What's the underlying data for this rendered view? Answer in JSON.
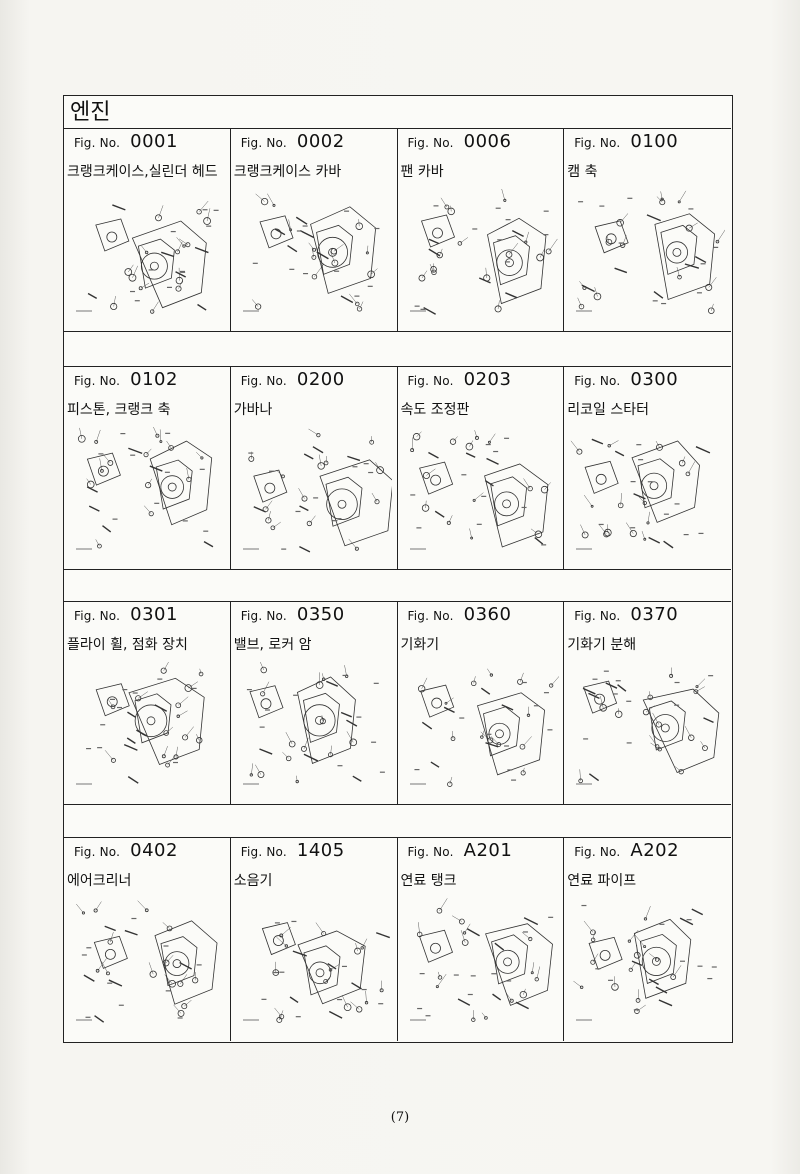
{
  "section_title": "엔진",
  "fig_label": "Fig. No.",
  "rows": [
    [
      {
        "num": "0001",
        "name": "크랭크케이스,실린더 헤드",
        "icon": "crankcase-diagram-icon"
      },
      {
        "num": "0002",
        "name": "크랭크케이스 카바",
        "icon": "crankcase-cover-diagram-icon"
      },
      {
        "num": "0006",
        "name": "팬 카바",
        "icon": "fan-cover-diagram-icon"
      },
      {
        "num": "0100",
        "name": "캠 축",
        "icon": "camshaft-diagram-icon"
      }
    ],
    [
      {
        "num": "0102",
        "name": "피스톤, 크랭크 축",
        "icon": "piston-diagram-icon"
      },
      {
        "num": "0200",
        "name": "가바나",
        "icon": "governor-diagram-icon"
      },
      {
        "num": "0203",
        "name": "속도 조정판",
        "icon": "speed-plate-diagram-icon"
      },
      {
        "num": "0300",
        "name": "리코일 스타터",
        "icon": "recoil-starter-diagram-icon"
      }
    ],
    [
      {
        "num": "0301",
        "name": "플라이 휠, 점화 장치",
        "icon": "flywheel-diagram-icon"
      },
      {
        "num": "0350",
        "name": "밸브, 로커 암",
        "icon": "valve-diagram-icon"
      },
      {
        "num": "0360",
        "name": "기화기",
        "icon": "carburetor-diagram-icon"
      },
      {
        "num": "0370",
        "name": "기화기  분해",
        "icon": "carburetor-breakdown-diagram-icon"
      }
    ],
    [
      {
        "num": "0402",
        "name": "에어크리너",
        "icon": "air-cleaner-diagram-icon"
      },
      {
        "num": "1405",
        "name": "소음기",
        "icon": "muffler-diagram-icon"
      },
      {
        "num": "A201",
        "name": "연료 탱크",
        "icon": "fuel-tank-diagram-icon"
      },
      {
        "num": "A202",
        "name": "연료 파이프",
        "icon": "fuel-pipe-diagram-icon"
      }
    ]
  ],
  "page_number": "(7)"
}
